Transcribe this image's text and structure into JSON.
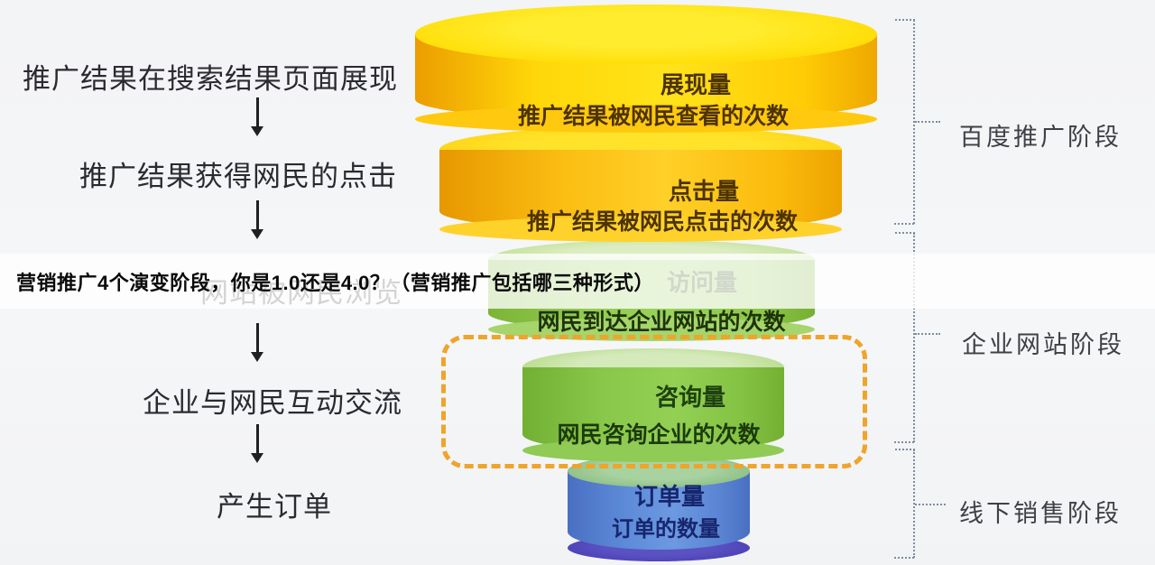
{
  "title_overlay": {
    "text": "营销推广4个演变阶段，你是1.0还是4.0？（营销推广包括哪三种形式）"
  },
  "left_flow": {
    "steps": [
      "推广结果在搜索结果页面展现",
      "推广结果获得网民的点击",
      "网站被网民浏览",
      "企业与网民互动交流",
      "产生订单"
    ]
  },
  "funnel": {
    "layers": [
      {
        "name": "展现量",
        "desc": "推广结果被网民查看的次数",
        "color": "#FFD708"
      },
      {
        "name": "点击量",
        "desc": "推广结果被网民点击的次数",
        "color": "#FBBD12"
      },
      {
        "name": "访问量",
        "desc": "网民到达企业网站的次数",
        "color": "#92CA50"
      },
      {
        "name": "咨询量",
        "desc": "网民咨询企业的次数",
        "color": "#89C84A"
      },
      {
        "name": "订单量",
        "desc": "订单的数量",
        "color": "#5D8BD8"
      }
    ],
    "highlight_box_color": "#EFA42B"
  },
  "stages": [
    {
      "label": "百度推广阶段"
    },
    {
      "label": "企业网站阶段"
    },
    {
      "label": "线下销售阶段"
    }
  ]
}
